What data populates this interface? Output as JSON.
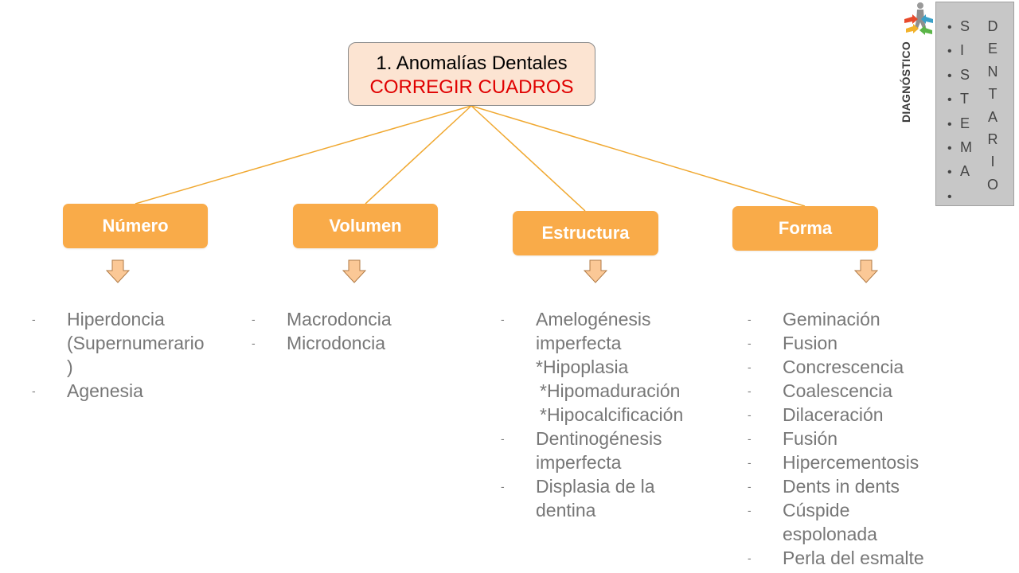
{
  "root": {
    "title": "1. Anomalías Dentales",
    "subtitle": "CORREGIR CUADROS"
  },
  "categories": [
    {
      "label": "Número"
    },
    {
      "label": "Volumen"
    },
    {
      "label": "Estructura"
    },
    {
      "label": "Forma"
    }
  ],
  "lists": {
    "numero": [
      "Hiperdoncia",
      "(Supernumerario",
      ")",
      "Agenesia"
    ],
    "volumen": [
      "Macrodoncia",
      "Microdoncia"
    ],
    "estructura": [
      "Amelogénesis",
      "imperfecta",
      "*Hipoplasia",
      "*Hipomaduración",
      "*Hipocalcificación",
      "Dentinogénesis",
      "imperfecta",
      "Displasia de la",
      "dentina"
    ],
    "forma": [
      "Geminación",
      "Fusion",
      "Concrescencia",
      "Coalescencia",
      "Dilaceración",
      "Fusión",
      "Hipercementosis",
      "Dents in dents",
      "Cúspide",
      "espolonada",
      "Perla del esmalte"
    ]
  },
  "brand": {
    "text": "DIAGNÓSTICO"
  },
  "side_panel": {
    "left": [
      "S",
      "I",
      "S",
      "T",
      "E",
      "M",
      "A",
      ""
    ],
    "right": [
      "D",
      "E",
      "N",
      "T",
      "A",
      "R",
      "I",
      "O"
    ]
  },
  "colors": {
    "category_fill": "#f9ab49",
    "root_fill": "#fce4d2",
    "connector": "#f0a830",
    "subtitle": "#e00000",
    "arrow_fill": "#fbc896"
  }
}
